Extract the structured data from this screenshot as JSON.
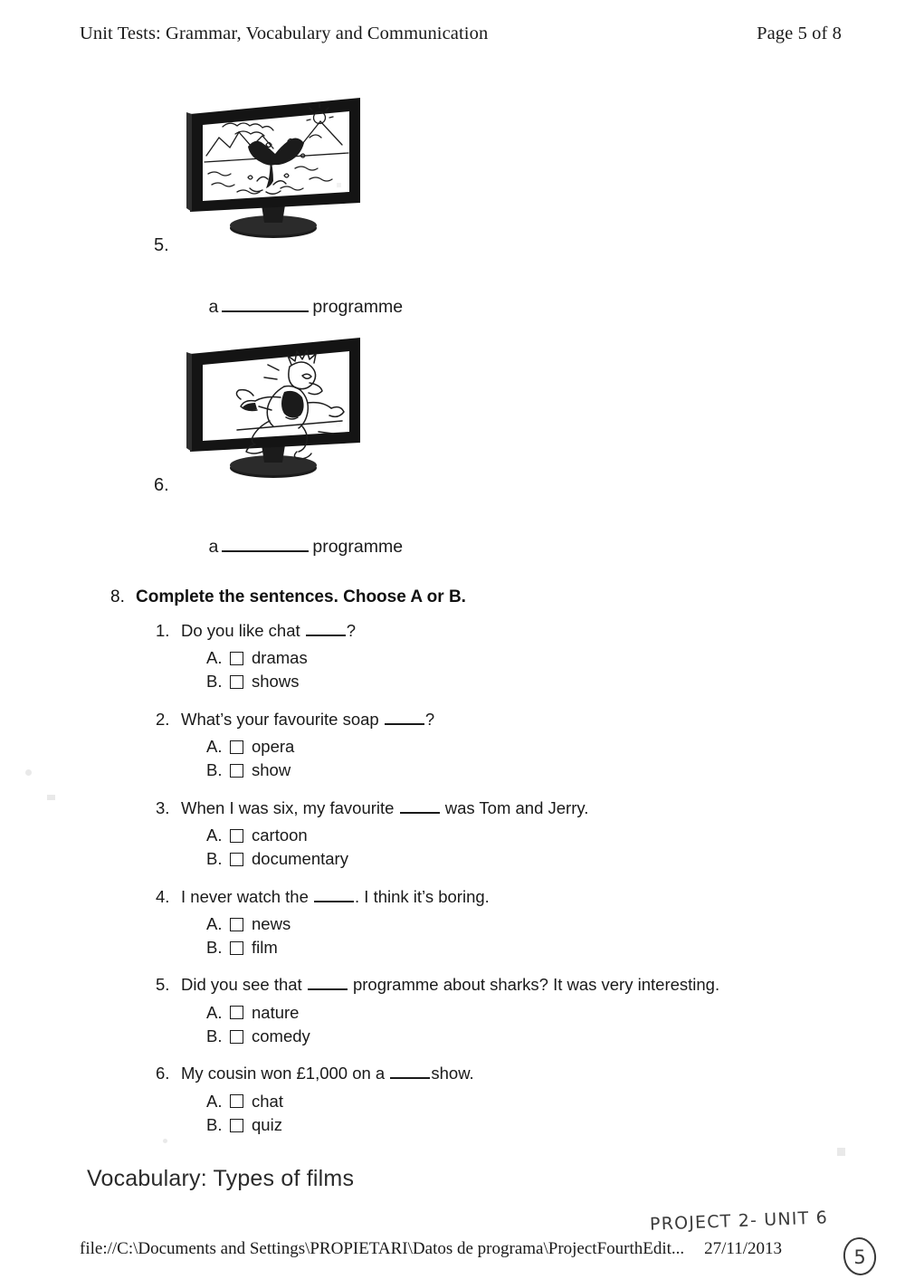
{
  "header": {
    "left": "Unit Tests: Grammar, Vocabulary and Communication",
    "right": "Page 5 of 8"
  },
  "picture_items": [
    {
      "number": "5.",
      "prefix": "a",
      "suffix": "programme",
      "image_name": "tv-whale-nature",
      "image_description": "television showing a whale tail splashing in the sea with mountains and sun"
    },
    {
      "number": "6.",
      "prefix": "a",
      "suffix": "programme",
      "image_name": "tv-cartoon-character",
      "image_description": "television showing a running cartoon character"
    }
  ],
  "exercise": {
    "number": "8.",
    "title": "Complete the sentences. Choose A or B.",
    "questions": [
      {
        "number": "1.",
        "text_before": "Do you like chat",
        "text_after": "?",
        "options": [
          {
            "letter": "A.",
            "label": "dramas"
          },
          {
            "letter": "B.",
            "label": "shows"
          }
        ]
      },
      {
        "number": "2.",
        "text_before": "What’s your favourite soap",
        "text_after": "?",
        "options": [
          {
            "letter": "A.",
            "label": "opera"
          },
          {
            "letter": "B.",
            "label": "show"
          }
        ]
      },
      {
        "number": "3.",
        "text_before": "When I was six, my favourite",
        "text_after": "was Tom and Jerry.",
        "options": [
          {
            "letter": "A.",
            "label": "cartoon"
          },
          {
            "letter": "B.",
            "label": "documentary"
          }
        ]
      },
      {
        "number": "4.",
        "text_before": "I never watch the",
        "text_after": ". I think it’s boring.",
        "options": [
          {
            "letter": "A.",
            "label": "news"
          },
          {
            "letter": "B.",
            "label": "film"
          }
        ]
      },
      {
        "number": "5.",
        "text_before": "Did you see that",
        "text_after": "programme about sharks? It was very interesting.",
        "options": [
          {
            "letter": "A.",
            "label": "nature"
          },
          {
            "letter": "B.",
            "label": "comedy"
          }
        ]
      },
      {
        "number": "6.",
        "text_before": "My cousin won £1,000 on a",
        "text_after": "show.",
        "options": [
          {
            "letter": "A.",
            "label": "chat"
          },
          {
            "letter": "B.",
            "label": "quiz"
          }
        ]
      }
    ]
  },
  "vocabulary_heading": "Vocabulary: Types of films",
  "footer": {
    "path": "file://C:\\Documents and Settings\\PROPIETARI\\Datos de programa\\ProjectFourthEdit...",
    "date": "27/11/2013"
  },
  "handwriting": {
    "note": "PROJECT 2- UNIT 6",
    "circled_number": "5"
  },
  "colors": {
    "ink": "#1a1a1a",
    "paper": "#ffffff",
    "handwriting": "#3a3a3a"
  }
}
